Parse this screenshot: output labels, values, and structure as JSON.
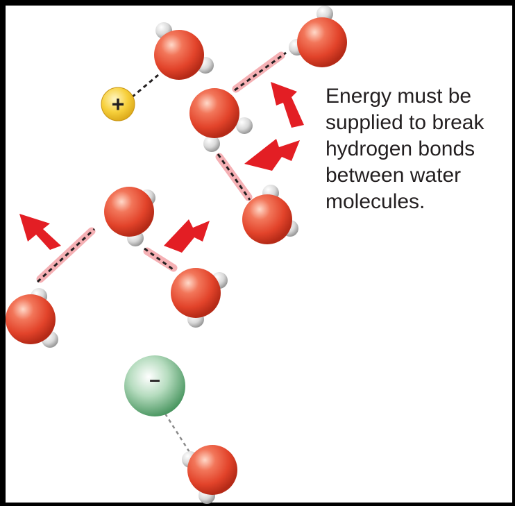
{
  "diagram": {
    "caption_lines": [
      "Energy must be",
      "supplied to break",
      "hydrogen bonds",
      "between water",
      "molecules."
    ],
    "cation": {
      "symbol": "+",
      "color": "#f7d03c"
    },
    "anion": {
      "symbol": "–",
      "color": "#5aa873"
    },
    "colors": {
      "oxygen": "#e2432a",
      "hydrogen": "#d9d9d9",
      "arrow": "#e31e24",
      "bond_glow": "#f4a3a8",
      "bond_dash": "#231f20"
    }
  }
}
